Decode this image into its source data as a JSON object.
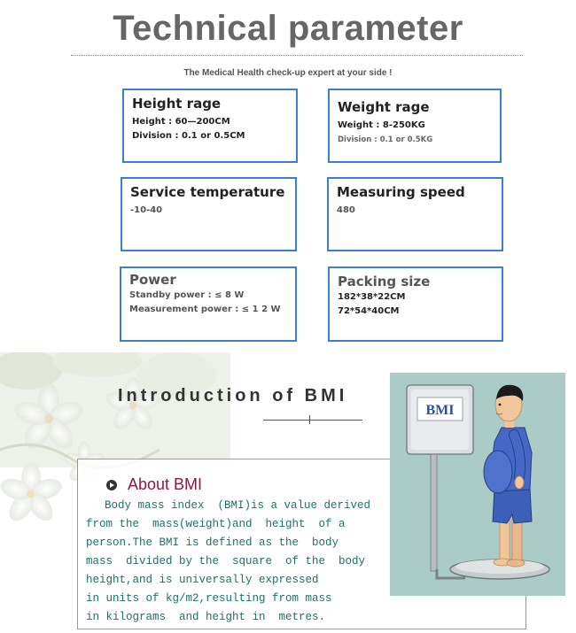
{
  "header": {
    "title": "Technical parameter",
    "tagline": "The Medical Health check-up expert at your side !"
  },
  "params": [
    {
      "title": "Height rage",
      "lines": [
        "Height : 60—200CM",
        "Division : 0.1 or 0.5CM"
      ]
    },
    {
      "title": "Weight rage",
      "lines": [
        "Weight : 8-250KG",
        "Division : 0.1 or 0.5KG"
      ]
    },
    {
      "title": "Service temperature",
      "lines": [
        "-10-40"
      ]
    },
    {
      "title": "Measuring speed",
      "lines": [
        "480"
      ]
    },
    {
      "title": "Power",
      "lines": [
        "Standby power : ≤ 8 W",
        "Measurement power : ≤ 1 2 W"
      ]
    },
    {
      "title": "Packing size",
      "lines": [
        "182*38*22CM",
        "72*54*40CM"
      ]
    }
  ],
  "bmi": {
    "heading": "Introduction of BMI",
    "about_title": "About BMI",
    "screen_label": "BMI",
    "text_lines": [
      "Body mass index  (BMI)is a value derived",
      "from the  mass(weight)and  height  of a",
      "person.The BMI is defined as the  body",
      "mass  divided by the  square  of the  body",
      "height,and is universally expressed",
      "in units of kg/m2,resulting from mass",
      "in kilograms  and height in  metres."
    ]
  },
  "colors": {
    "card_border": "#3a7fd0",
    "title_grey": "#666666",
    "about_title": "#8a1a4a",
    "body_text": "#1f6f6a",
    "illustration_bg": "#aacbc6"
  }
}
